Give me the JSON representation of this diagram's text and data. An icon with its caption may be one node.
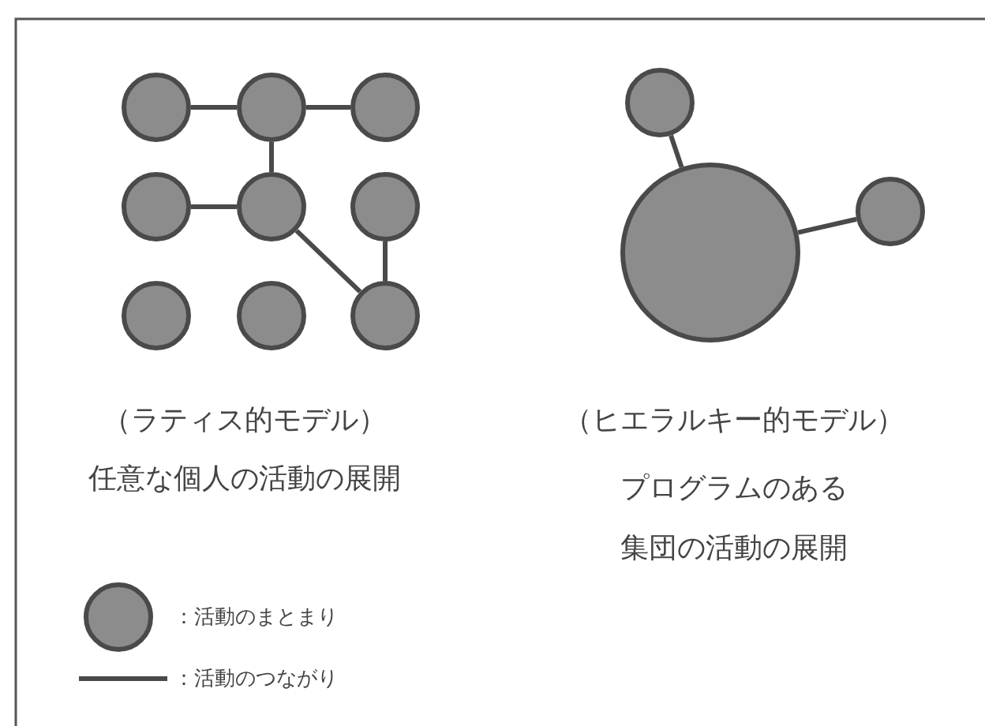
{
  "diagram": {
    "nodes": [
      {
        "text": [],
        "shape": "circle"
      },
      {
        "text": [],
        "shape": "circle"
      },
      {
        "text": [],
        "shape": "circle"
      },
      {
        "text": [],
        "shape": "circle"
      },
      {
        "text": [],
        "shape": "circle"
      },
      {
        "text": [],
        "shape": "circle"
      },
      {
        "text": [],
        "shape": "circle"
      },
      {
        "text": [],
        "shape": "circle"
      },
      {
        "text": [],
        "shape": "circle"
      },
      {
        "text": [],
        "shape": "circle"
      },
      {
        "text": [],
        "shape": "circle"
      },
      {
        "text": [],
        "shape": "circle"
      }
    ],
    "edges": [
      {
        "from": 0,
        "to": 1,
        "arrow": "none"
      },
      {
        "from": 1,
        "to": 2,
        "arrow": "none"
      },
      {
        "from": 1,
        "to": 4,
        "arrow": "none"
      },
      {
        "from": 3,
        "to": 4,
        "arrow": "none"
      },
      {
        "from": 4,
        "to": 8,
        "arrow": "none"
      },
      {
        "from": 5,
        "to": 8,
        "arrow": "none"
      },
      {
        "from": 9,
        "to": 10,
        "arrow": "none"
      },
      {
        "from": 10,
        "to": 11,
        "arrow": "none"
      }
    ],
    "labels": [
      "（ラティス的モデル）",
      "任意な個人の活動の展開",
      "（ヒエラルキー的モデル）",
      "プログラムのある集団の活動の展開"
    ],
    "legend": [
      {
        "text": "：活動のまとまり"
      },
      {
        "text": "：活動のつながり"
      }
    ]
  }
}
